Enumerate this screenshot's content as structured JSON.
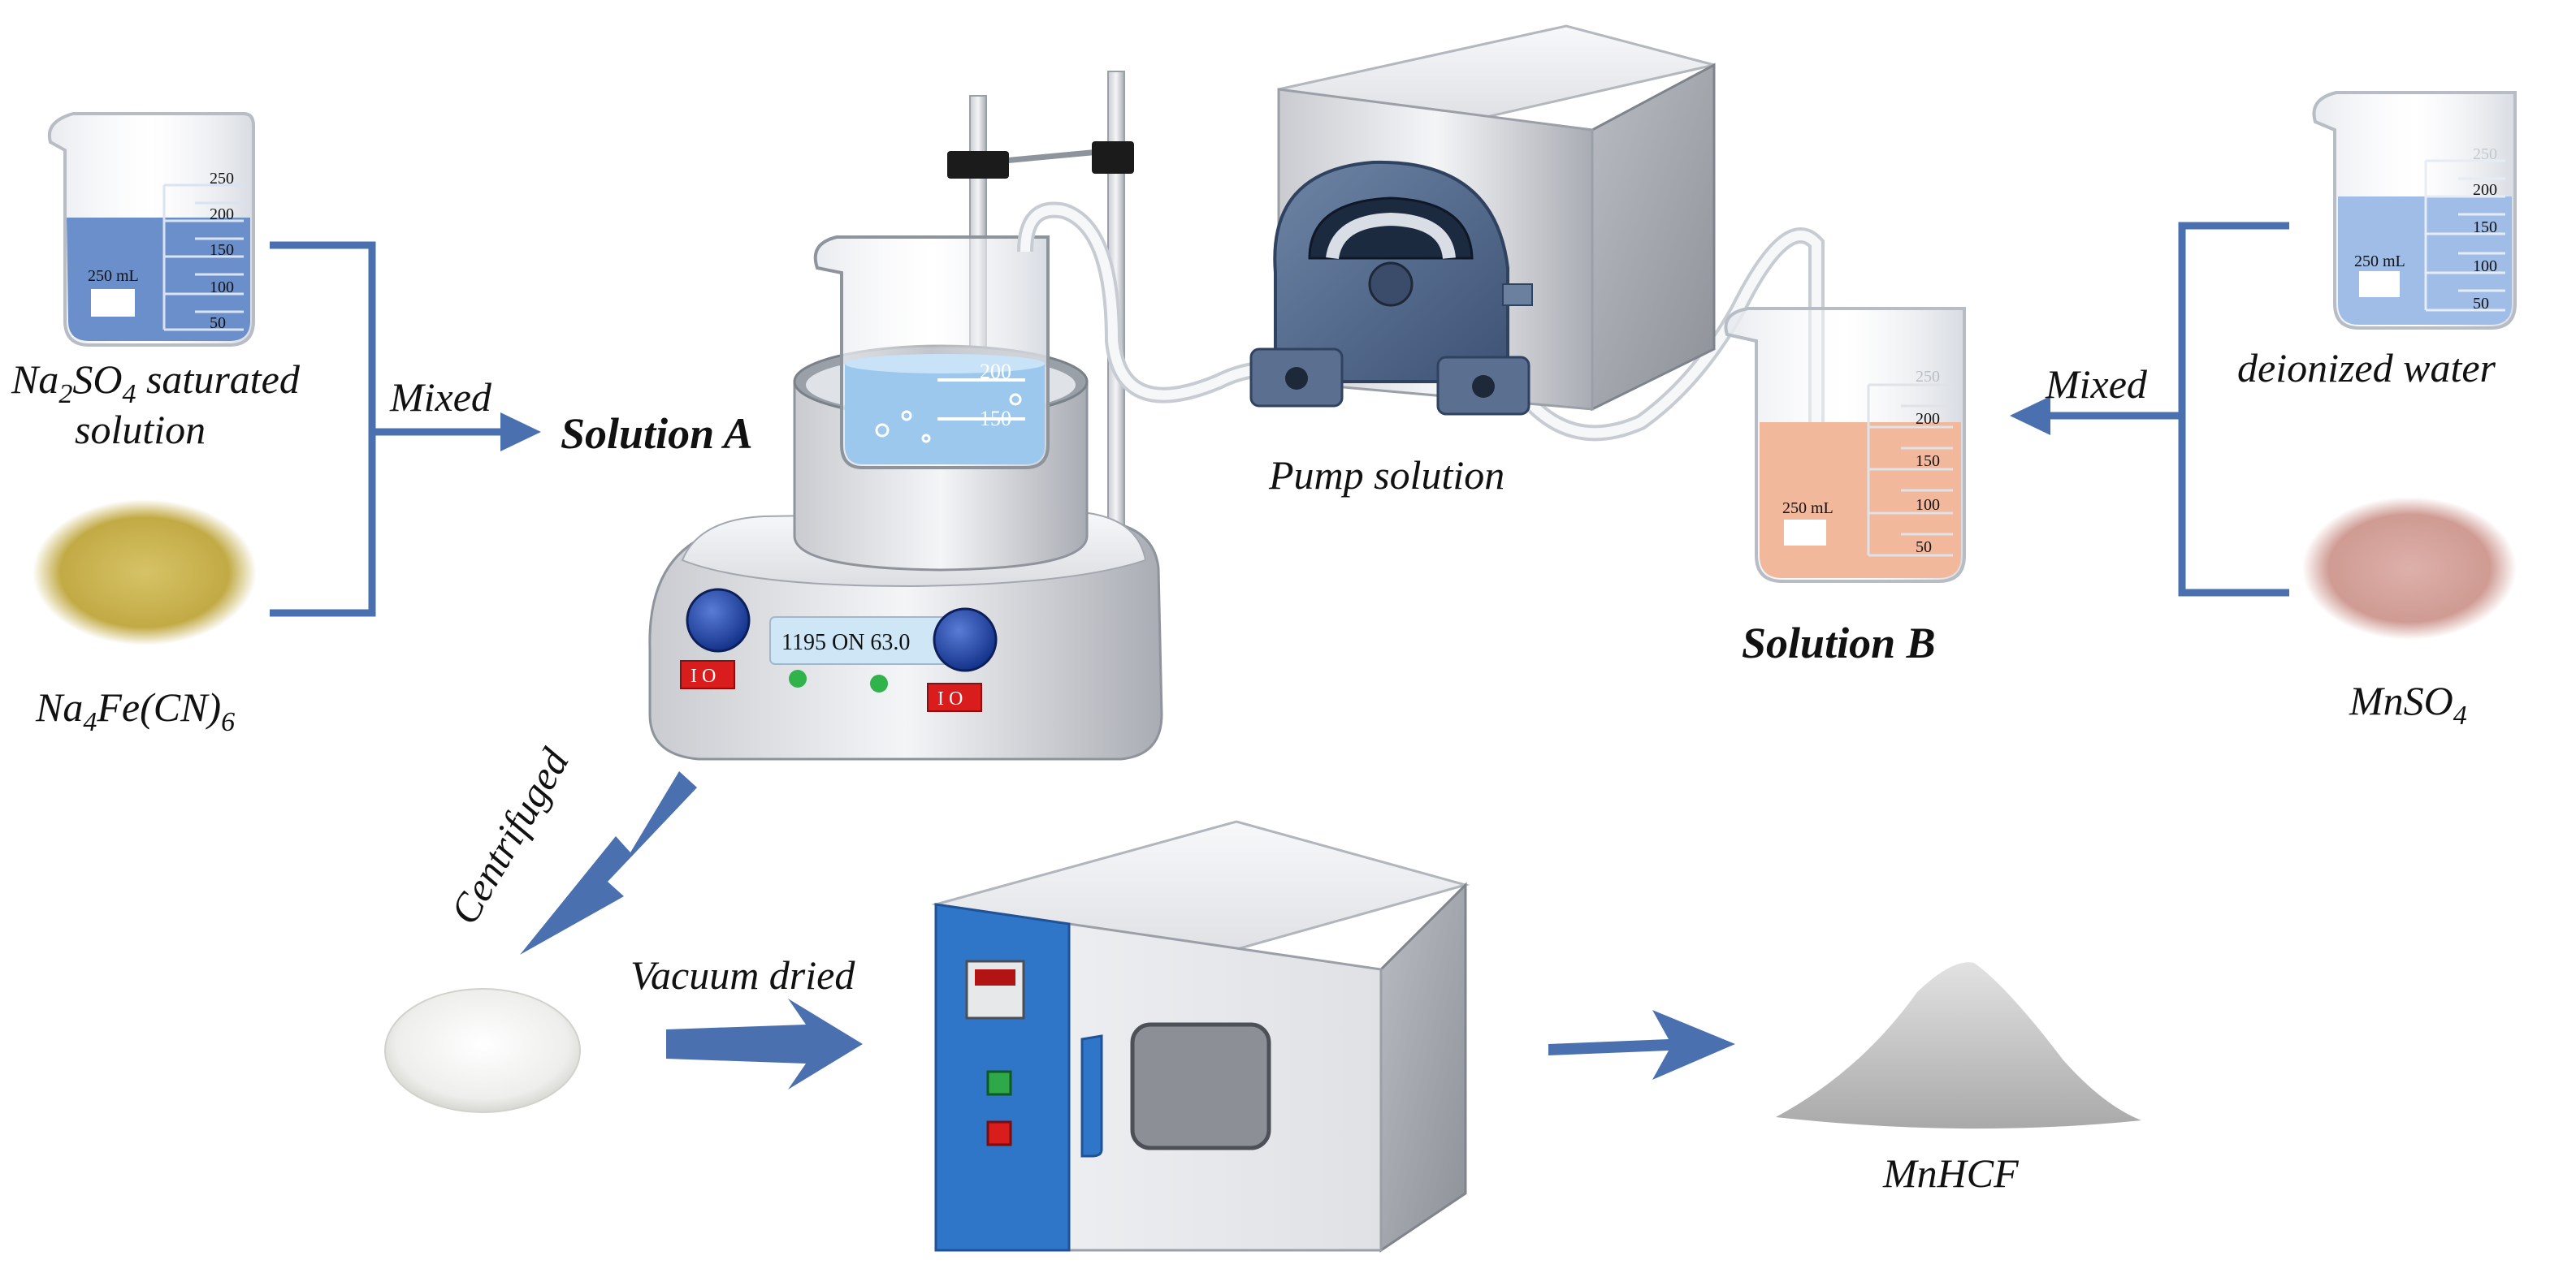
{
  "labels": {
    "na2so4_name": "Na",
    "na2so4_sub1": "2",
    "na2so4_mid": "SO",
    "na2so4_sub2": "4",
    "na2so4_tail": " saturated",
    "na2so4_line2": "solution",
    "na4fecn6_name": "Na",
    "na4fecn6_sub1": "4",
    "na4fecn6_mid": "Fe(CN)",
    "na4fecn6_sub2": "6",
    "mixed_left": "Mixed",
    "solution_a": "Solution A",
    "pump_solution": "Pump solution",
    "solution_b": "Solution B",
    "mixed_right": "Mixed",
    "deionized_water": "deionized water",
    "mnso4_name": "MnSO",
    "mnso4_sub": "4",
    "centrifuged": "Centrifuged",
    "vacuum_dried": "Vacuum dried",
    "mnhcf": "MnHCF"
  },
  "beaker_left": {
    "volume_label": "250 mL",
    "marks": [
      "250",
      "200",
      "150",
      "100",
      "50"
    ]
  },
  "beaker_solution_b": {
    "volume_label": "250 mL",
    "marks": [
      "250",
      "200",
      "150",
      "100",
      "50"
    ]
  },
  "beaker_water": {
    "volume_label": "250 mL",
    "marks": [
      "250",
      "200",
      "150",
      "100",
      "50"
    ]
  },
  "stirrer_beaker": {
    "marks": [
      "200",
      "150"
    ]
  },
  "stirrer": {
    "display": "1195  ON  63.0",
    "switch_left": "I O",
    "switch_right": "I O"
  },
  "colors": {
    "arrow_blue": "#4a70b0",
    "bracket_blue": "#4a70b0",
    "solution_a_liquid": "#9cc8ee",
    "solution_b_liquid": "#f2b89c",
    "water_liquid": "#9fbde6",
    "na2so4_liquid": "#6b8fca",
    "na4fecn6_powder": "#c9b24a",
    "mnso4_powder": "#d4a39c",
    "centrifuged_powder": "#f4f4f2",
    "mnhcf_powder": "#c8c8c8",
    "oven_blue_panel": "#2f76c9"
  }
}
